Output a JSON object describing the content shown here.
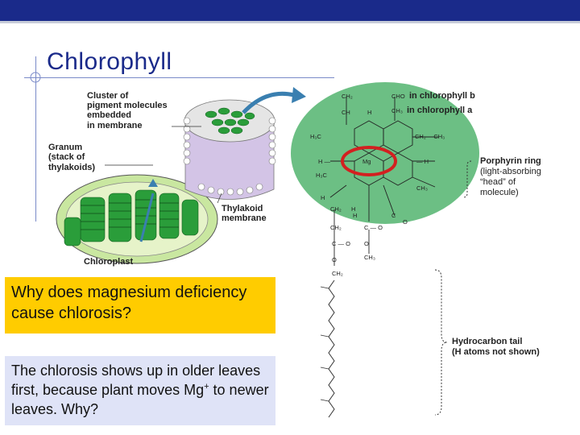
{
  "slide": {
    "title": "Chlorophyll"
  },
  "figure": {
    "labels": {
      "cluster_line1": "Cluster of",
      "cluster_line2": "pigment molecules",
      "cluster_line3": "embedded",
      "cluster_line4": "in membrane",
      "granum_line1": "Granum",
      "granum_line2": "(stack of",
      "granum_line3": "thylakoids)",
      "thylakoid_line1": "Thylakoid",
      "thylakoid_line2": "membrane",
      "chloroplast": "Chloroplast",
      "cho_chl_b": "in chlorophyll b",
      "cho_prefix": "CHO",
      "ch3_chl_a": "in chlorophyll a",
      "ch3_prefix": "CH₃",
      "porphyrin_line1": "Porphyrin ring",
      "porphyrin_line2": "(light-absorbing",
      "porphyrin_line3": "“head” of",
      "porphyrin_line4": "molecule)",
      "tail_line1": "Hydrocarbon tail",
      "tail_line2": "(H atoms not shown)",
      "mg": "Mg"
    }
  },
  "question": {
    "text": "Why does magnesium deficiency cause chlorosis?"
  },
  "answer": {
    "text_before": "The chlorosis shows up in older leaves first, because plant moves Mg",
    "superscript": "+",
    "text_after": " to newer leaves. Why?"
  },
  "colors": {
    "header_bar": "#1a2a8a",
    "title": "#1a2a8a",
    "question_bg": "#ffcc00",
    "answer_bg": "#dfe3f7",
    "porphyrin_circle": "#6cbf84",
    "mg_highlight": "#d32020",
    "chloroplast_green": "#2a9d3a"
  }
}
